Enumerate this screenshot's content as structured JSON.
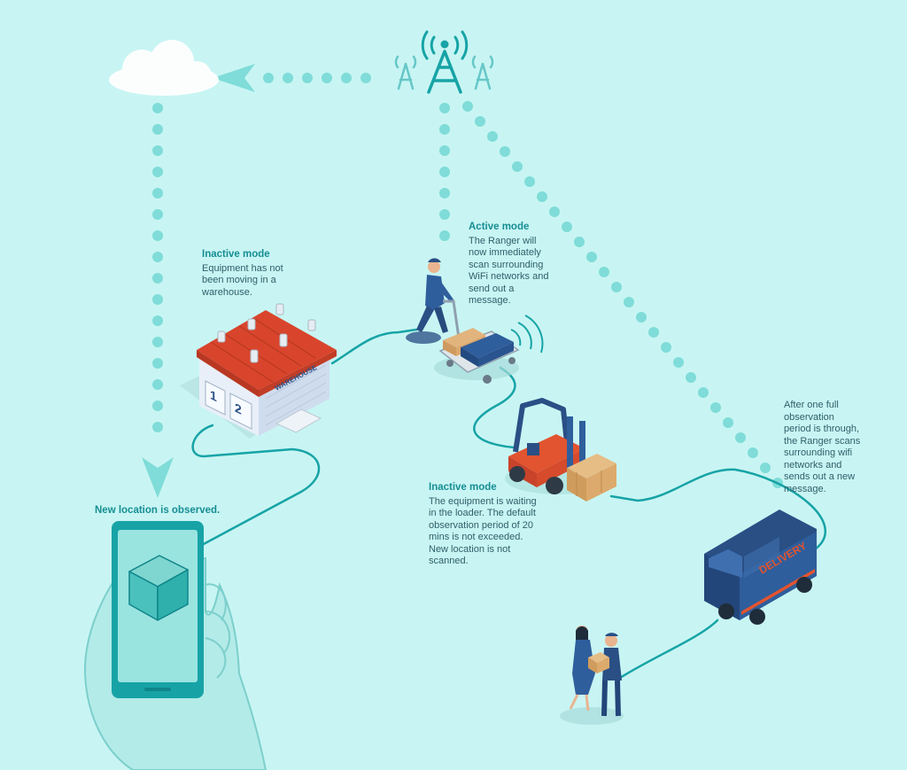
{
  "colors": {
    "background": "#c8f5f3",
    "accent": "#17a3a6",
    "dots": "#7fdcd8",
    "roof": "#d9452c",
    "navy": "#2a4f85",
    "text": "#2f5f6a",
    "heading": "#168e94"
  },
  "icons": [
    "cloud-icon",
    "cell-tower-icon",
    "smartphone-icon",
    "package-icon",
    "hand-icon"
  ],
  "labels": {
    "warehouse_sign": "WAREHOUSE",
    "dock_1": "1",
    "dock_2": "2",
    "van_sign": "DELIVERY"
  },
  "steps": {
    "warehouse": {
      "heading": "Inactive mode",
      "body": "Equipment has not\nbeen moving in a\nwarehouse."
    },
    "trolley": {
      "heading": "Active mode",
      "body": "The Ranger will\nnow immediately\nscan surrounding\nWiFi networks and\nsend out a\nmessage."
    },
    "forklift": {
      "heading": "Inactive mode",
      "body": "The equipment is waiting\nin the loader. The default\nobservation period of 20\nmins is not exceeded.\nNew location is not\nscanned."
    },
    "van": {
      "heading": "",
      "body": "After one full\nobservation\nperiod is through,\nthe Ranger scans\nsurrounding wifi\nnetworks and\nsends out a new\nmessage."
    },
    "phone": {
      "heading": "New location is observed."
    }
  }
}
